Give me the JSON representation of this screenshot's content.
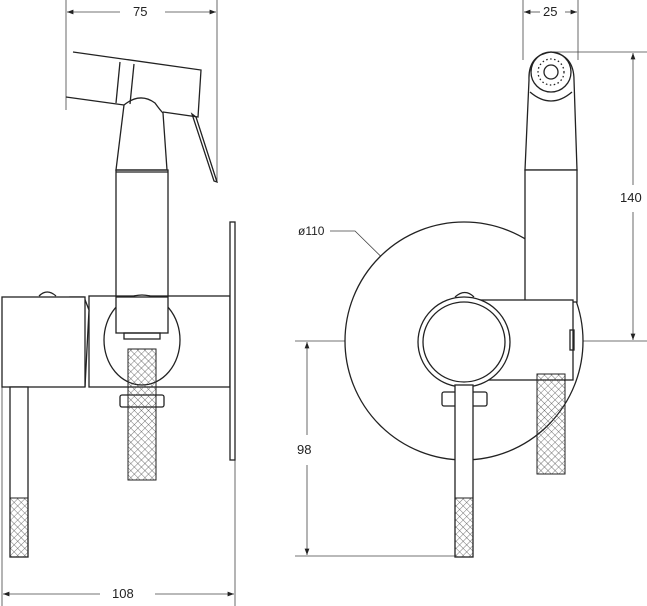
{
  "dimensions": {
    "left_width": "75",
    "right_width": "25",
    "height_head": "140",
    "plate_diameter": "ø110",
    "lever_drop": "98",
    "total_depth": "108"
  },
  "colors": {
    "line": "#222222",
    "background": "#ffffff"
  }
}
